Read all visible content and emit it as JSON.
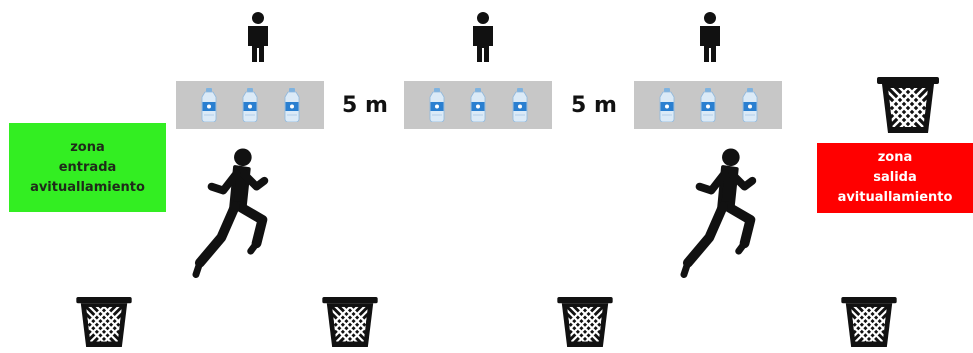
{
  "distance_labels": [
    "5 m",
    "5 m"
  ],
  "zones": {
    "entry": {
      "lines": [
        "zona",
        "entrada",
        "avituallamiento"
      ],
      "color": "#33ee22"
    },
    "exit": {
      "lines": [
        "zona",
        "salida",
        "avituallamiento"
      ],
      "color": "#ff0000"
    }
  },
  "tables": [
    {
      "bottles": 3
    },
    {
      "bottles": 3
    },
    {
      "bottles": 3
    }
  ],
  "icons": {
    "volunteer": "person-icon",
    "runner": "runner-icon",
    "bin": "trash-bin-icon",
    "bottle": "water-bottle-icon"
  },
  "colors": {
    "table": "#c7c7c7",
    "silhouette": "#111111",
    "bottle_label": "#2a7fd0"
  }
}
